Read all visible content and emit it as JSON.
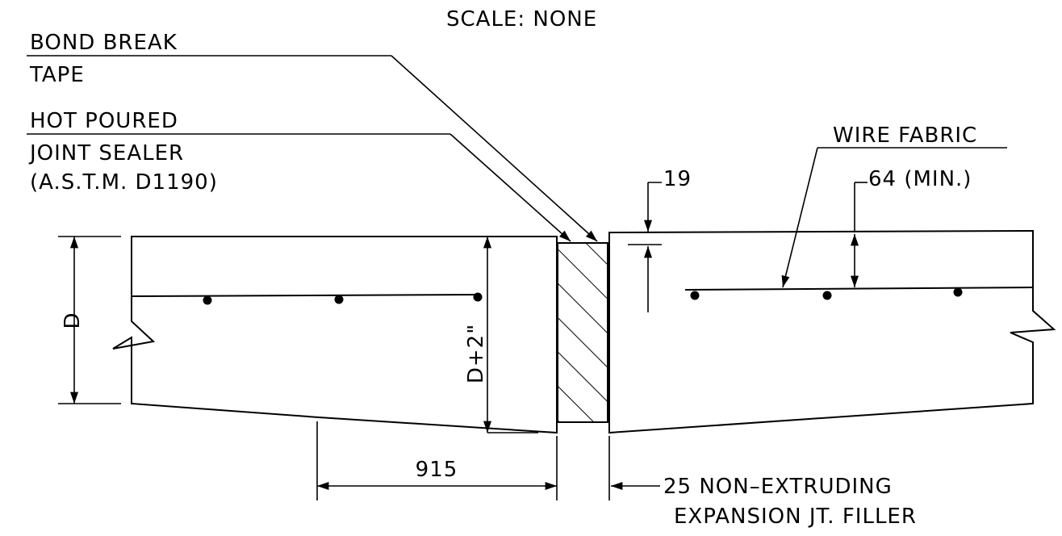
{
  "scale_label": "SCALE:  NONE",
  "labels": {
    "bond_break_line1": "BOND BREAK",
    "bond_break_line2": "TAPE",
    "sealer_line1": "HOT POURED",
    "sealer_line2": "JOINT SEALER",
    "sealer_line3": "(A.S.T.M. D1190)",
    "wire_fabric": "WIRE FABRIC",
    "dim_19": "19",
    "dim_64": "64 (MIN.)",
    "dim_d": "D",
    "dim_d2": "D+2\"",
    "dim_915": "915",
    "filler_line1": "25 NON–EXTRUDING",
    "filler_line2": "EXPANSION JT. FILLER"
  }
}
